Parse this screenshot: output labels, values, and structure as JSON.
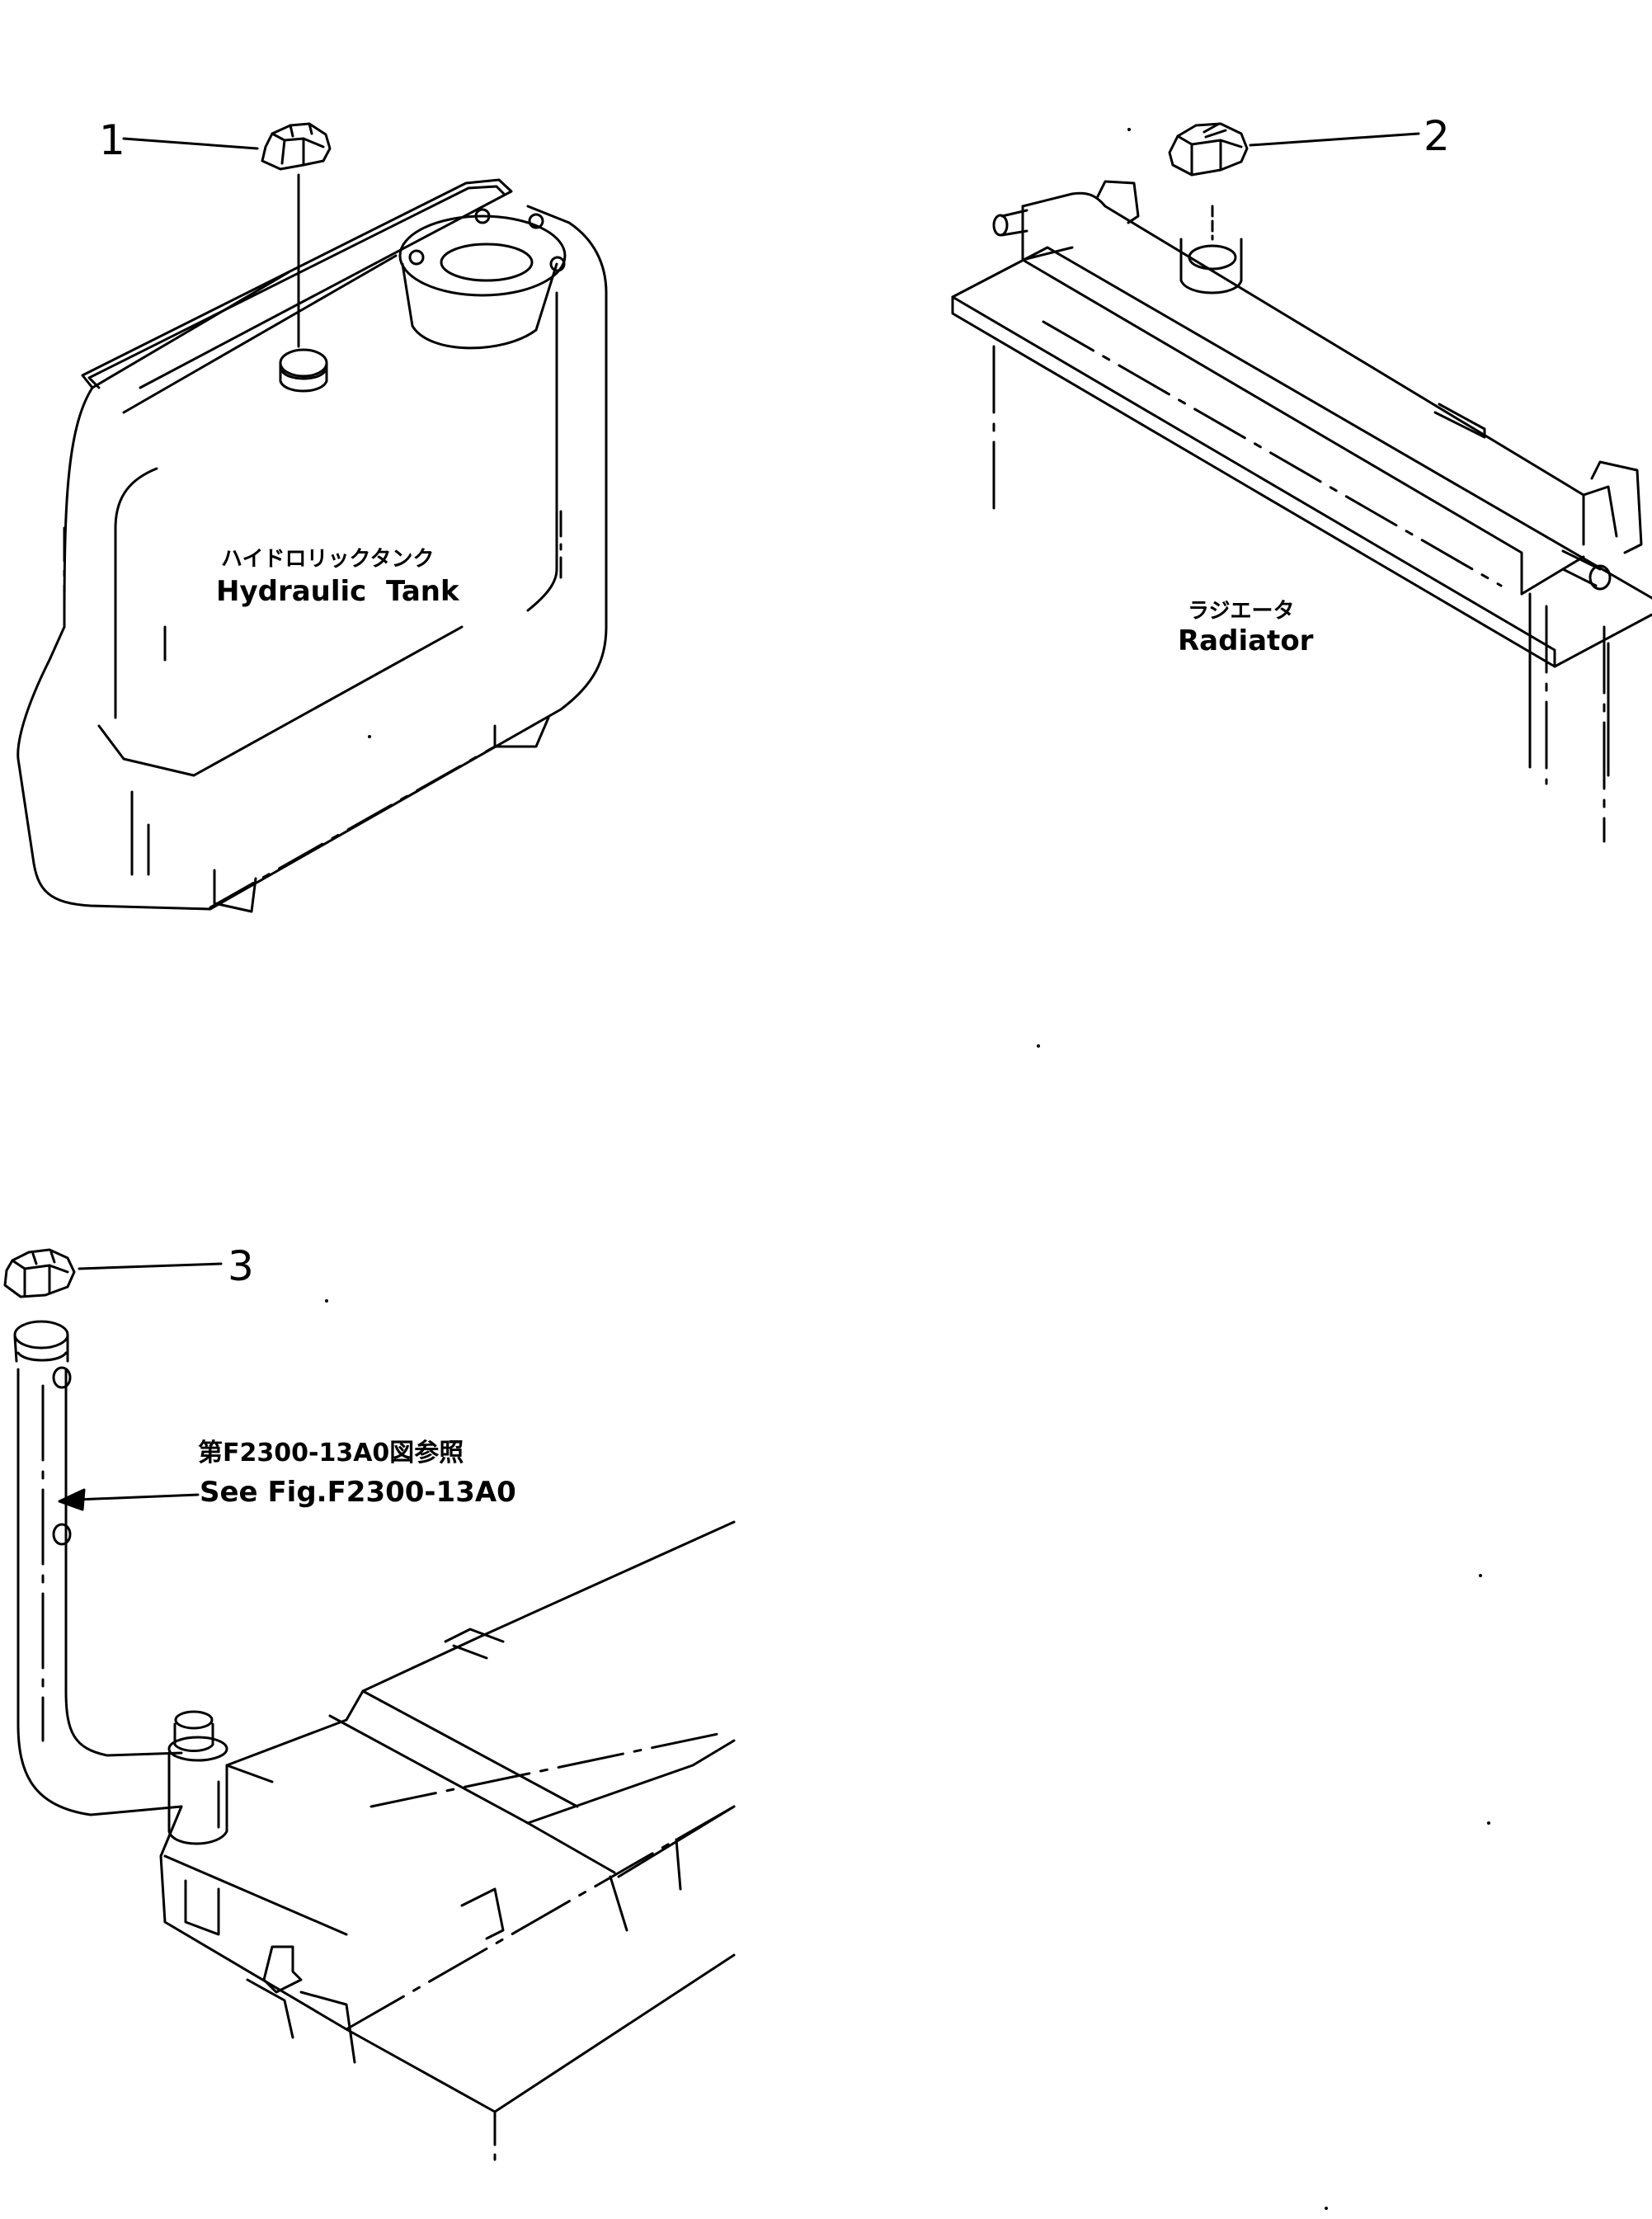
{
  "callouts": [
    {
      "number": "1"
    },
    {
      "number": "2"
    },
    {
      "number": "3"
    }
  ],
  "hydraulic_tank": {
    "label_jp": "ハイドロリックタンク",
    "label_en": "Hydraulic  Tank"
  },
  "radiator": {
    "label_jp": "ラジエータ",
    "label_en": "Radiator"
  },
  "reference": {
    "label_jp": "第F2300-13A0図参照",
    "label_en": "See Fig.F2300-13A0"
  },
  "colors": {
    "ink": "#000000",
    "paper": "#ffffff"
  }
}
